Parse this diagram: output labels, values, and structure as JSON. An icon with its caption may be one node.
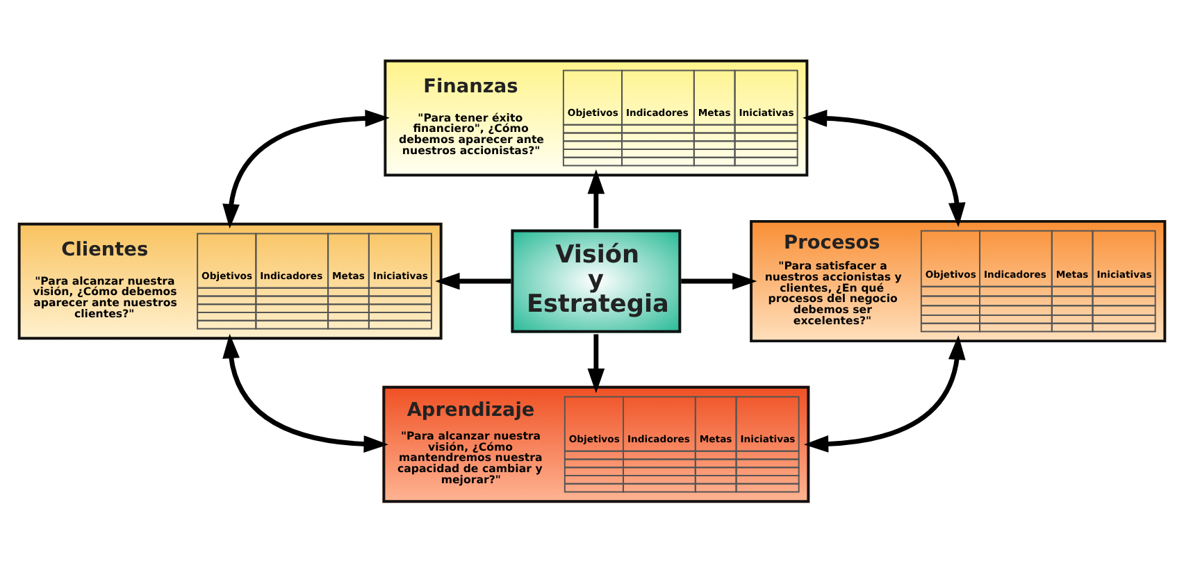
{
  "diagram": {
    "nodes": [
      {
        "text": [
          "Finanzas",
          "\"Para tener éxito financiero\", ¿Cómo debemos aparecer ante nuestros accionistas?\"",
          "Objetivos",
          "Indicadores",
          "Metas",
          "Iniciativas"
        ]
      },
      {
        "text": [
          "Clientes",
          "\"Para alcanzar nuestra visión, ¿Cómo debemos aparecer ante nuestros clientes?\"",
          "Objetivos",
          "Indicadores",
          "Metas",
          "Iniciativas"
        ]
      },
      {
        "text": [
          "Visión y Estrategia"
        ]
      },
      {
        "text": [
          "Procesos",
          "\"Para satisfacer a nuestros accionistas y clientes, ¿En qué procesos del negocio debemos ser excelentes?\"",
          "Objetivos",
          "Indicadores",
          "Metas",
          "Iniciativas"
        ]
      },
      {
        "text": [
          "Aprendizaje",
          "\"Para alcanzar nuestra visión, ¿Cómo mantendremos nuestra capacidad de cambiar y mejorar?\"",
          "Objetivos",
          "Indicadores",
          "Metas",
          "Iniciativas"
        ]
      }
    ],
    "edges": [
      {
        "from": 2,
        "to": 0,
        "arrow": "to"
      },
      {
        "from": 2,
        "to": 1,
        "arrow": "to"
      },
      {
        "from": 2,
        "to": 3,
        "arrow": "to"
      },
      {
        "from": 2,
        "to": 4,
        "arrow": "to"
      },
      {
        "from": 0,
        "to": 1,
        "arrow": "both"
      },
      {
        "from": 0,
        "to": 3,
        "arrow": "both"
      },
      {
        "from": 1,
        "to": 4,
        "arrow": "both"
      },
      {
        "from": 3,
        "to": 4,
        "arrow": "both"
      }
    ]
  }
}
